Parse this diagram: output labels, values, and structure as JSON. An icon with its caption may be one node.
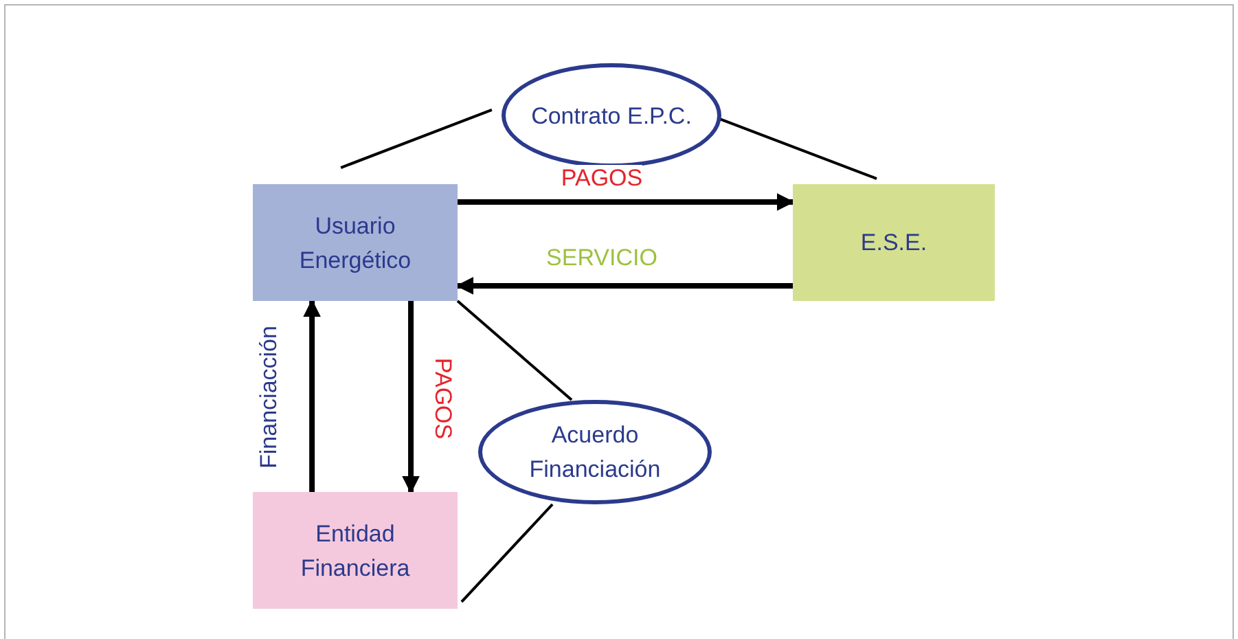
{
  "diagram": {
    "nodes": [
      {
        "text": [
          "Contrato E.P.C."
        ]
      },
      {
        "text": [
          "Usuario Energético"
        ]
      },
      {
        "text": [
          "E.S.E."
        ]
      },
      {
        "text": [
          "Acuerdo Financiación"
        ]
      },
      {
        "text": [
          "Entidad Financiera"
        ]
      }
    ],
    "edges": [
      {
        "from": 1,
        "to": 2,
        "arrow": "to",
        "label": "PAGOS",
        "style": "thick"
      },
      {
        "from": 2,
        "to": 1,
        "arrow": "to",
        "label": "SERVICIO",
        "style": "thick"
      },
      {
        "from": 4,
        "to": 1,
        "arrow": "to",
        "label": "Financiacción",
        "style": "thick"
      },
      {
        "from": 1,
        "to": 4,
        "arrow": "to",
        "label": "PAGOS",
        "style": "thick"
      },
      {
        "from": 0,
        "to": 1,
        "arrow": "none"
      },
      {
        "from": 0,
        "to": 2,
        "arrow": "none"
      },
      {
        "from": 3,
        "to": 1,
        "arrow": "none"
      },
      {
        "from": 3,
        "to": 4,
        "arrow": "none"
      }
    ]
  }
}
